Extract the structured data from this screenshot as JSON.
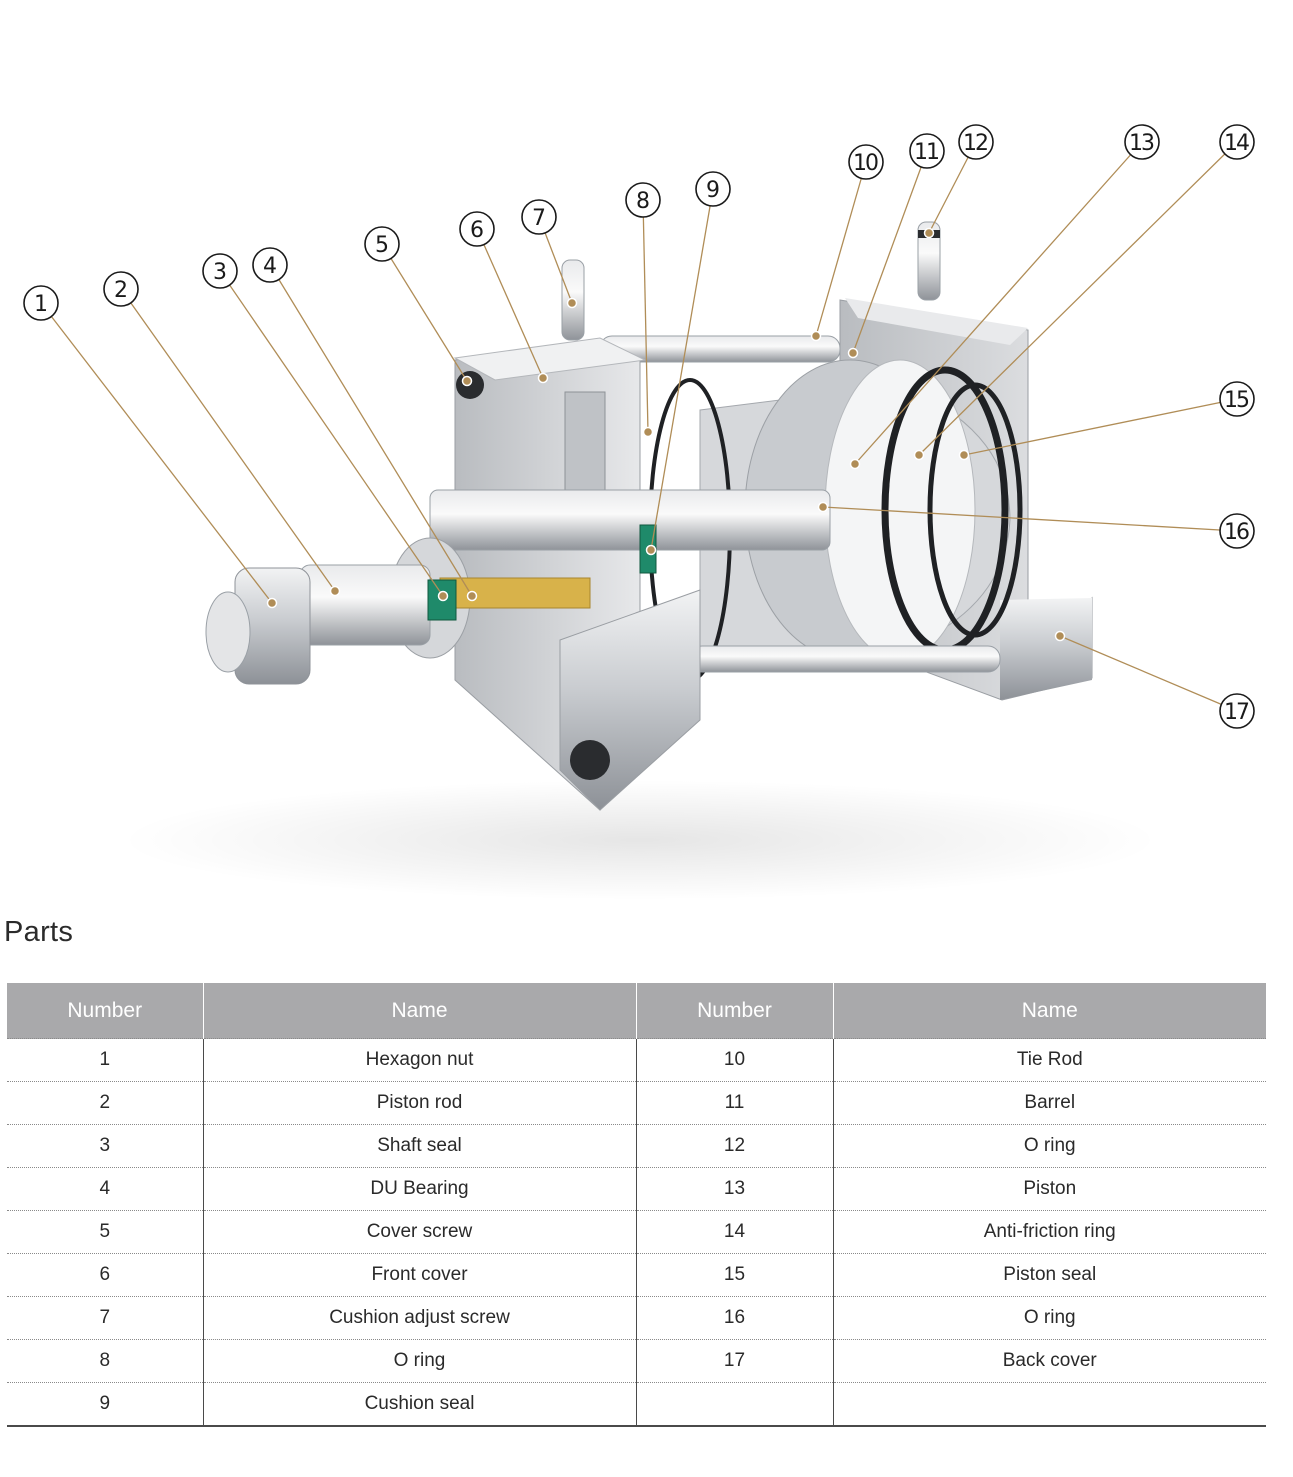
{
  "figure": {
    "callouts": [
      "1",
      "2",
      "3",
      "4",
      "5",
      "6",
      "7",
      "8",
      "9",
      "10",
      "11",
      "12",
      "13",
      "14",
      "15",
      "16",
      "17"
    ]
  },
  "parts": {
    "title": "Parts",
    "headers": [
      "Number",
      "Name",
      "Number",
      "Name"
    ],
    "rows": [
      [
        "1",
        "Hexagon nut",
        "10",
        "Tie Rod"
      ],
      [
        "2",
        "Piston rod",
        "11",
        "Barrel"
      ],
      [
        "3",
        "Shaft seal",
        "12",
        "O ring"
      ],
      [
        "4",
        "DU Bearing",
        "13",
        "Piston"
      ],
      [
        "5",
        "Cover screw",
        "14",
        "Anti-friction ring"
      ],
      [
        "6",
        "Front cover",
        "15",
        "Piston seal"
      ],
      [
        "7",
        "Cushion adjust screw",
        "16",
        "O ring"
      ],
      [
        "8",
        "O ring",
        "17",
        "Back cover"
      ],
      [
        "9",
        "Cushion seal",
        "",
        ""
      ]
    ]
  },
  "colors": {
    "leader_line": "#b08d57",
    "header_bg": "#a9a9ab",
    "seal_green": "#1f8a6a",
    "bearing_gold": "#d8b24a"
  }
}
